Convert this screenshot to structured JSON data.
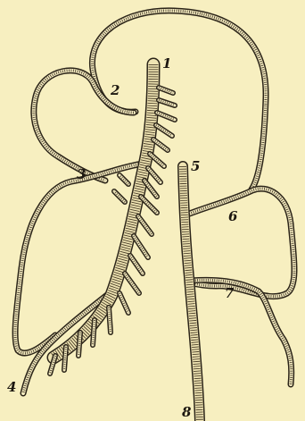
{
  "labels": {
    "l1": "1",
    "l2": "2",
    "l3": "3",
    "l4": "4",
    "l5": "5",
    "l6": "6",
    "l7": "7",
    "l8": "8"
  },
  "colors": {
    "background": "#f7efc0",
    "ink": "#2b2418"
  }
}
